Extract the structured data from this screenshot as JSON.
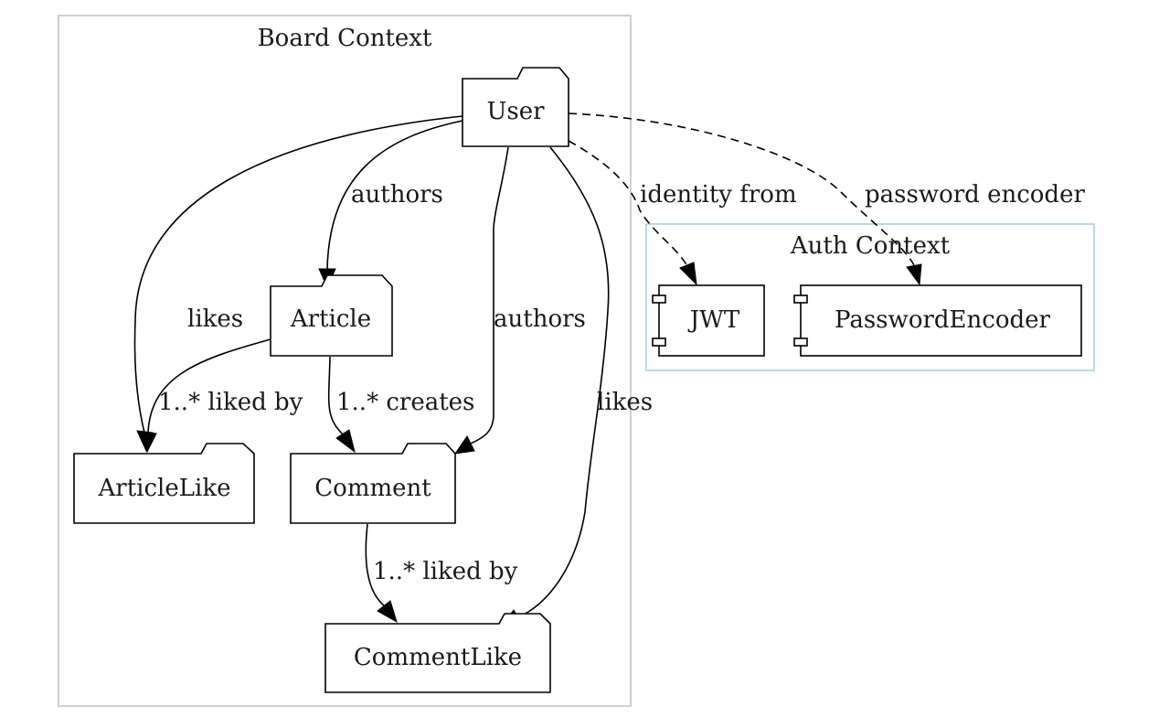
{
  "clusters": {
    "board": {
      "title": "Board Context",
      "border_color": "#d0d0d0"
    },
    "auth": {
      "title": "Auth Context",
      "border_color": "#b9dbe6"
    }
  },
  "nodes": {
    "user": "User",
    "article": "Article",
    "articlelike": "ArticleLike",
    "comment": "Comment",
    "commentlike": "CommentLike",
    "jwt": "JWT",
    "passwordencoder": "PasswordEncoder"
  },
  "edges": {
    "user_article": "authors",
    "user_articlelike": "likes",
    "user_comment": "authors",
    "user_commentlike": "likes",
    "article_articlelike": "1..* liked by",
    "article_comment": "1..* creates",
    "comment_commentlike": "1..* liked by",
    "user_jwt": "identity from",
    "user_passwordencoder": "password encoder"
  }
}
